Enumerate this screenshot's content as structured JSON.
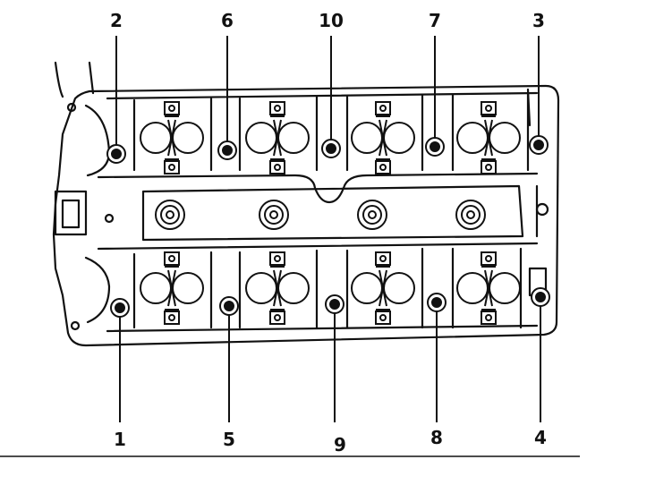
{
  "labels": {
    "top": [
      "2",
      "6",
      "10",
      "7",
      "3"
    ],
    "bottom": [
      "1",
      "5",
      "9",
      "8",
      "4"
    ]
  },
  "colors": {
    "ink": "#111111",
    "bg": "#ffffff"
  }
}
